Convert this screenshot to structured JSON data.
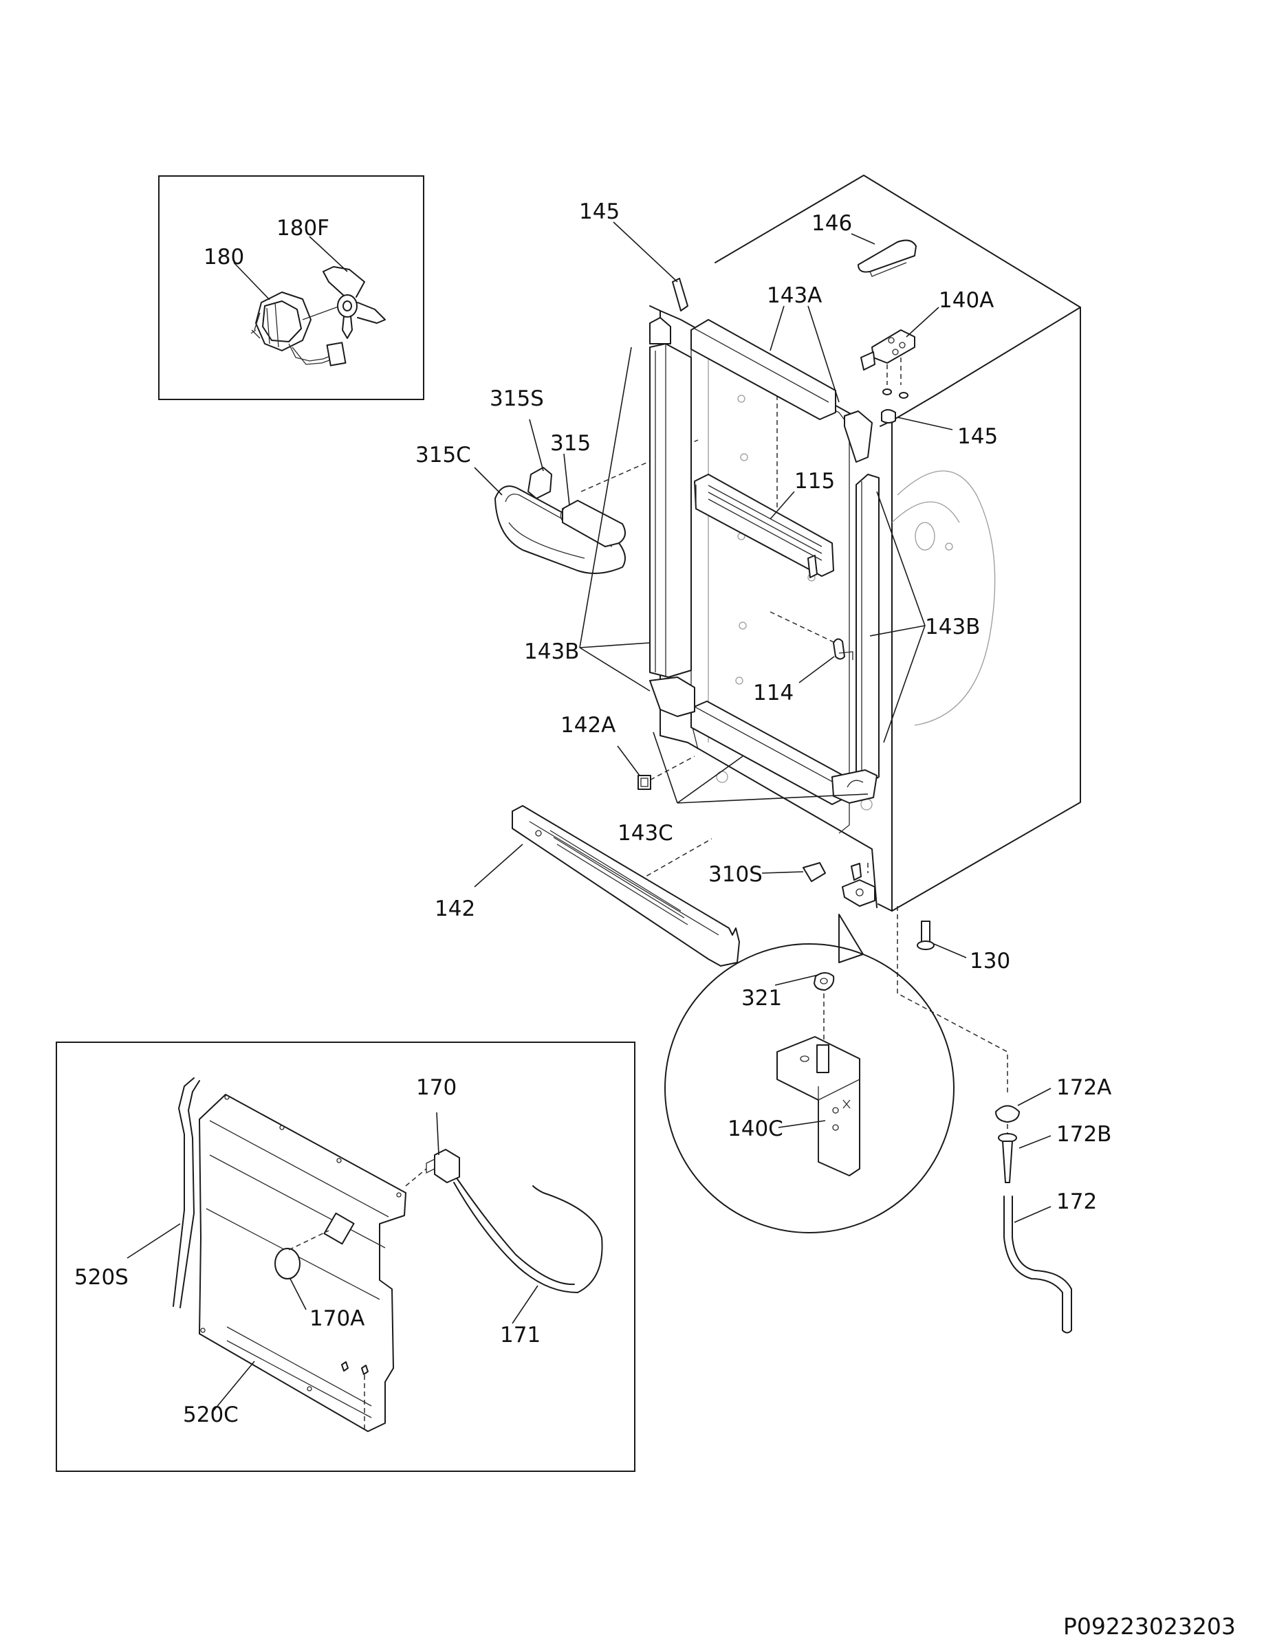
{
  "diagram_code": "P09223023203",
  "labels": {
    "l145a": "145",
    "l146": "146",
    "l180f": "180F",
    "l180": "180",
    "l143a": "143A",
    "l140a": "140A",
    "l145b": "145",
    "l315s": "315S",
    "l315": "315",
    "l315c": "315C",
    "l115": "115",
    "l143b_left": "143B",
    "l143b_right": "143B",
    "l114": "114",
    "l142a": "142A",
    "l143c": "143C",
    "l310s": "310S",
    "l142": "142",
    "l130": "130",
    "l321": "321",
    "l170": "170",
    "l172a": "172A",
    "l172b": "172B",
    "l140c": "140C",
    "l172": "172",
    "l520s": "520S",
    "l170a": "170A",
    "l171": "171",
    "l520c": "520C"
  }
}
